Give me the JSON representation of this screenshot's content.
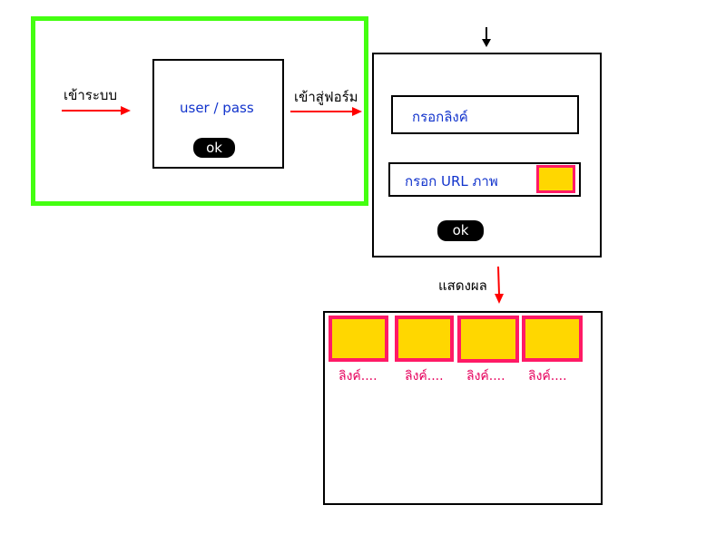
{
  "colors": {
    "highlight_border": "#44FF11",
    "arrow_red": "#FF0000",
    "arrow_black": "#000000",
    "text_blue": "#1133CC",
    "thumb_fill": "#FFD700",
    "thumb_border": "#FF1A66",
    "caption": "#E6005C"
  },
  "login": {
    "enter_label": "เข้าระบบ",
    "credentials_label": "user / pass",
    "ok_label": "ok"
  },
  "form": {
    "go_to_form_label": "เข้าสู่ฟอร์ม",
    "link_field_label": "กรอกลิงค์",
    "image_url_label": "กรอก URL ภาพ",
    "ok_label": "ok"
  },
  "results": {
    "show_label": "แสดงผล",
    "items": [
      {
        "caption": "ลิงค์...."
      },
      {
        "caption": "ลิงค์...."
      },
      {
        "caption": "ลิงค์...."
      },
      {
        "caption": "ลิงค์...."
      }
    ]
  }
}
